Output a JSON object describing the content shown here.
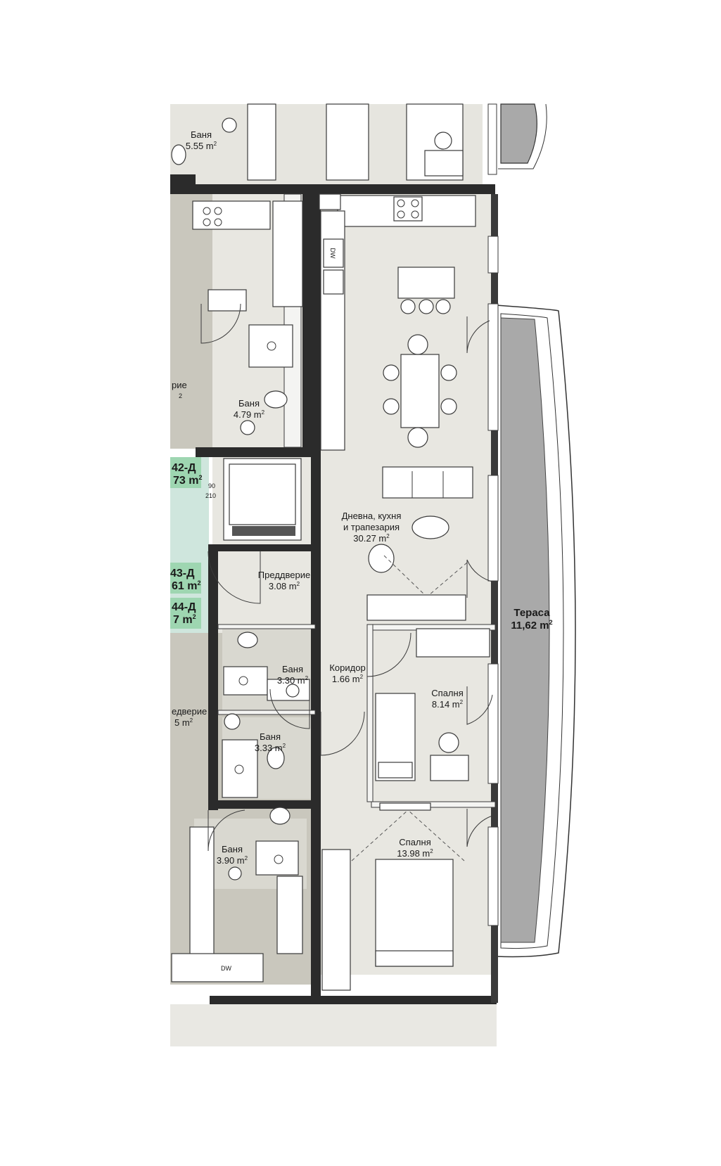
{
  "rooms": {
    "living": {
      "name_1": "Дневна, кухня",
      "name_2": "и трапезария",
      "area": "30.27 m"
    },
    "hall": {
      "name": "Преддверие",
      "area": "3.08 m"
    },
    "corridor": {
      "name": "Коридор",
      "area": "1.66 m"
    },
    "bath_a": {
      "name": "Баня",
      "area": "3.30 m"
    },
    "bath_b": {
      "name": "Баня",
      "area": "3.33 m"
    },
    "bedroom_small": {
      "name": "Спалня",
      "area": "8.14 m"
    },
    "bedroom_big": {
      "name": "Спалня",
      "area": "13.98 m"
    },
    "terrace": {
      "name": "Тераса",
      "area": "11,62 m"
    },
    "nb_bath_top": {
      "name": "Баня",
      "area": "5.55 m"
    },
    "nb_bath_mid": {
      "name": "Баня",
      "area": "4.79 m"
    },
    "nb_bath_low": {
      "name": "Баня",
      "area": "3.90 m"
    },
    "nb_hall_mid": {
      "name": "рие",
      "area": "2"
    },
    "nb_hall_low": {
      "name": "едверие",
      "area": "5 m"
    }
  },
  "storage_units": [
    {
      "code": "42-Д",
      "area": "73 m"
    },
    {
      "code": "43-Д",
      "area": "61 m"
    },
    {
      "code": "44-Д",
      "area": "7 m"
    }
  ],
  "superscript": "2",
  "door_spec": {
    "width": "90",
    "height": "210"
  },
  "appliance_label": "DW",
  "colors": {
    "wall": "#2b2b2b",
    "apartment_floor": "#e8e7e1",
    "neighbour_floor": "#c9c7bd",
    "bath_floor": "#d9d8d0",
    "terrace_floor": "#a9a9a9",
    "storage_green": "#9ed6b1",
    "storage_light": "#cfe6dd"
  }
}
